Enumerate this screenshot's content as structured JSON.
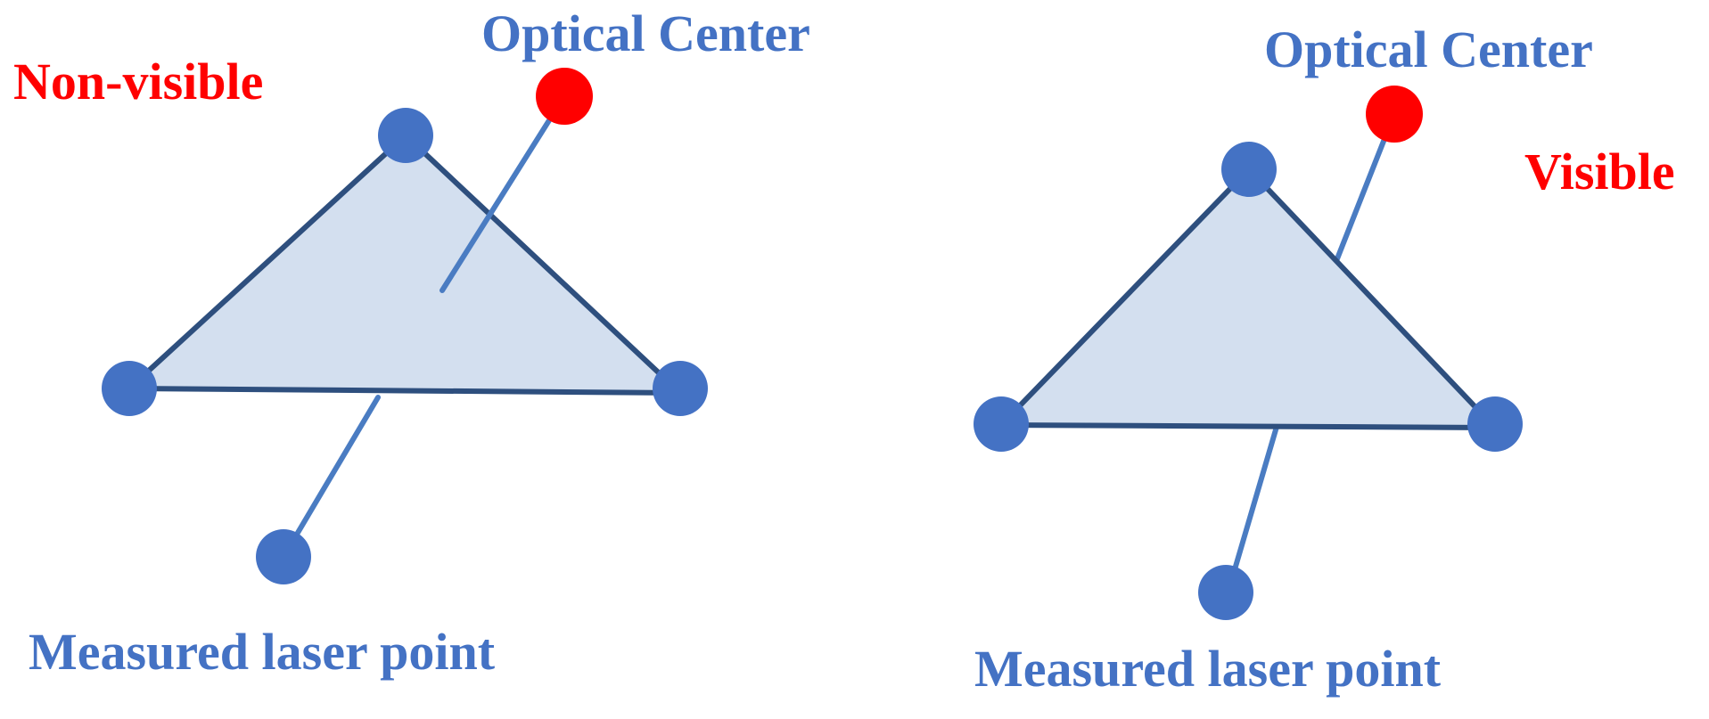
{
  "colors": {
    "point": "#4472C4",
    "optical_center": "#FF0000",
    "triangle_fill": "#D3DFEF",
    "triangle_edge": "#2E4F7E",
    "ray": "#4A7CC2",
    "label_blue": "#4472C4",
    "label_red": "#FF0000"
  },
  "left_panel": {
    "optical_center_label": "Optical Center",
    "status_label": "Non-visible",
    "laser_point_label": "Measured laser point"
  },
  "right_panel": {
    "optical_center_label": "Optical Center",
    "status_label": "Visible",
    "laser_point_label": "Measured laser point"
  }
}
